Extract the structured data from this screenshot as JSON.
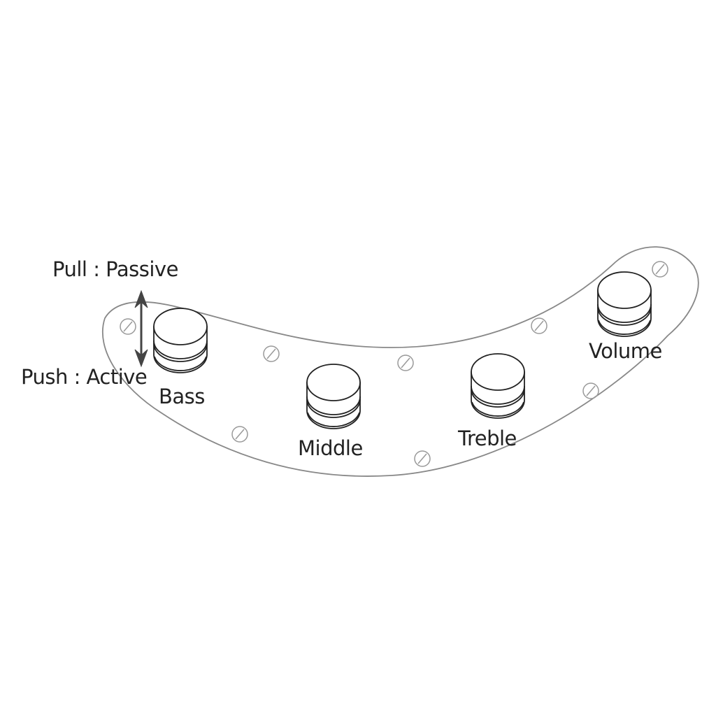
{
  "title": "Control plate knob layout",
  "labels": {
    "pull": "Pull : Passive",
    "push": "Push : Active",
    "bass": "Bass",
    "middle": "Middle",
    "treble": "Treble",
    "volume": "Volume"
  },
  "colors": {
    "outline": "#888888",
    "knob": "#222222",
    "arrow": "#444444"
  }
}
